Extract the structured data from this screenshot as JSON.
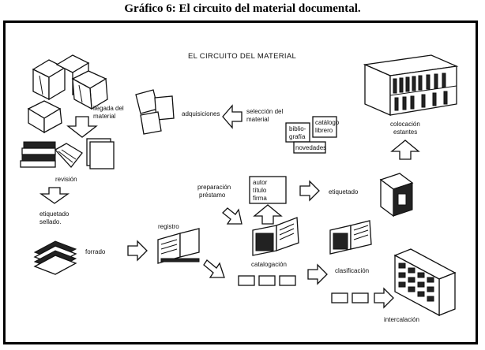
{
  "caption": "Gráfico 6: El circuito del material documental.",
  "diagram": {
    "title": "EL CIRCUITO DEL MATERIAL",
    "nodes": {
      "llegada": [
        "llegada del",
        "material"
      ],
      "adquisiciones": "adquisiciones",
      "seleccion": [
        "selección del",
        "material"
      ],
      "bibliografia": [
        "biblio-",
        "grafía"
      ],
      "catalogo_librero": [
        "catálogo",
        "librero"
      ],
      "novedades": "novedades",
      "colocacion": [
        "colocación",
        "estantes"
      ],
      "revision": "revisión",
      "preparacion": [
        "preparación",
        "préstamo"
      ],
      "autor_titulo_firma": [
        "autor",
        "título",
        "firma"
      ],
      "etiquetado": "etiquetado",
      "etiquetado_sellado": [
        "etiquetado",
        "sellado."
      ],
      "registro": "registro",
      "forrado": "forrado",
      "catalogacion": "catalogación",
      "clasificacion": "clasificación",
      "intercalacion": "intercalación"
    }
  }
}
